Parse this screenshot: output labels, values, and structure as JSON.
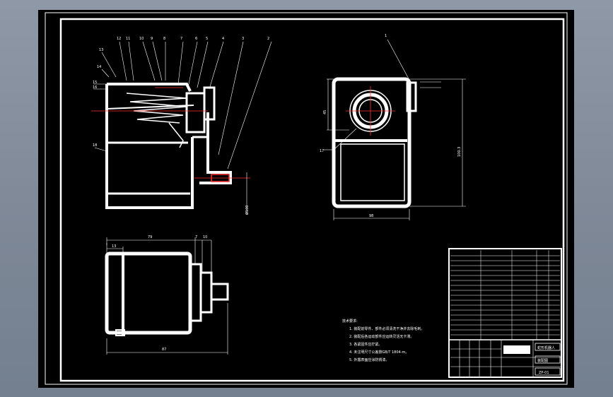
{
  "drawing": {
    "front_view": {
      "part_numbers": [
        "12",
        "11",
        "10",
        "9",
        "8",
        "7",
        "6",
        "5",
        "4",
        "3",
        "2",
        "13",
        "14",
        "15",
        "16",
        "18"
      ],
      "dim_vertical": "Ø100"
    },
    "side_view": {
      "part_number_top": "1",
      "part_number_left": "17",
      "dim_height": "100.3",
      "dim_left": "45",
      "dim_bottom": "98"
    },
    "top_view": {
      "dim_top_total": "79",
      "dim_top_step1": "7",
      "dim_top_step2": "10",
      "dim_left": "13",
      "dim_bottom": "87"
    },
    "notes": {
      "title": "技术要求:",
      "lines": [
        "1. 装配前零件、部件必须清洗干净并去除毛刺。",
        "2. 装配后各运动部件应运转灵活无卡滞。",
        "3. 各紧固件应拧紧。",
        "4. 未注明尺寸公差按GB/T 1804-m。",
        "5. 外露表面应涂防锈漆。"
      ]
    },
    "title_block": {
      "name_cn": "蛇形机器人",
      "drawing_no": "ZP-01",
      "label_a": "装配图"
    }
  }
}
